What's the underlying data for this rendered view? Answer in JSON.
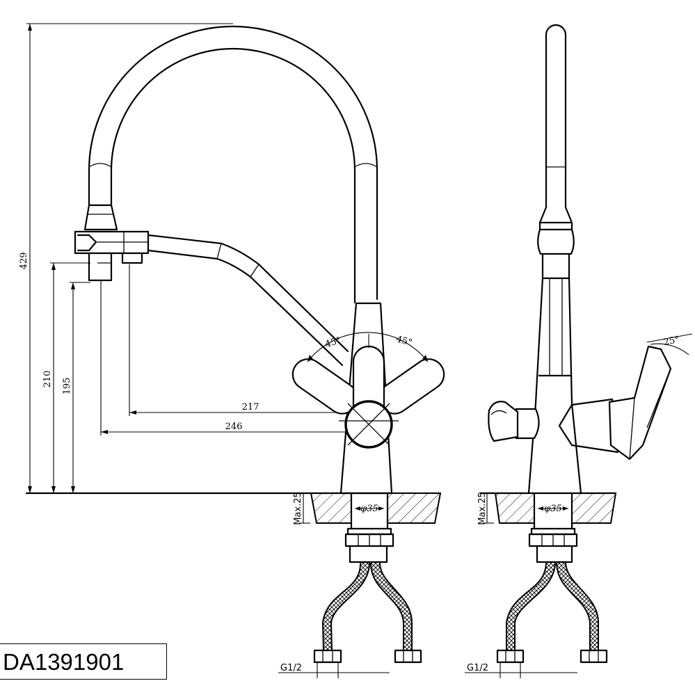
{
  "drawing": {
    "model_code": "DA1391901",
    "front_view": {
      "dims": {
        "total_height": "429",
        "height_spout_a": "210",
        "height_spout_b": "195",
        "reach_a": "217",
        "reach_b": "246",
        "angle_left": "45°",
        "angle_right": "45°",
        "mount_thickness": "Max.25",
        "hole_diameter": "φ35",
        "thread": "G1/2"
      }
    },
    "side_view": {
      "dims": {
        "lever_angle": "25°",
        "mount_thickness": "Max.25",
        "hole_diameter": "φ35",
        "thread": "G1/2"
      }
    }
  }
}
